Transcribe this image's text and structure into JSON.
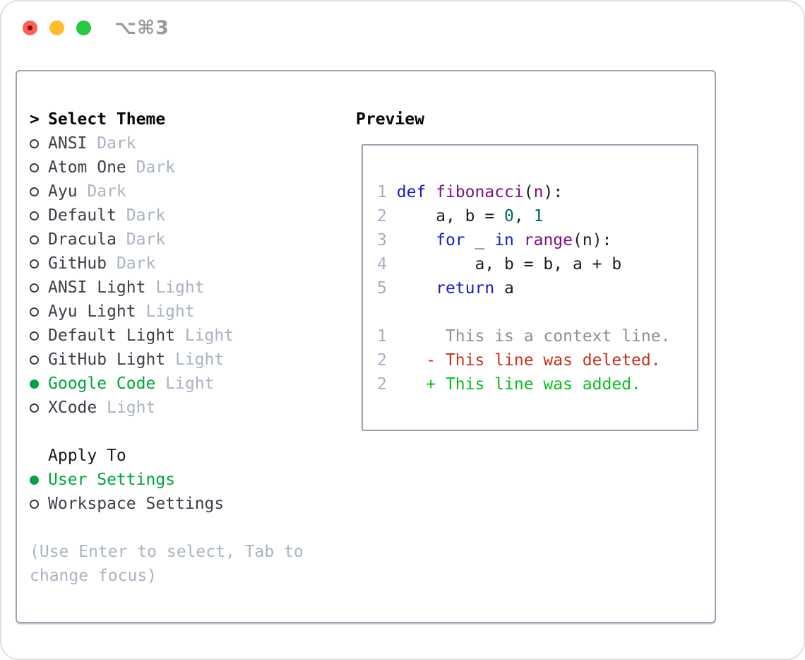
{
  "window": {
    "title": "⌥⌘3"
  },
  "colors": {
    "selection_green": "#00a53c",
    "added_green": "#0abe1e",
    "deleted_red": "#c5311d",
    "keyword_blue": "#1a1ac8",
    "function_purple": "#7e0d7e",
    "literal_teal": "#066666",
    "muted_gray": "#a9b3c2",
    "panel_border": "#9aa3b0",
    "traffic_red": "#ff5f57",
    "traffic_yellow": "#febc2e",
    "traffic_green": "#28c840"
  },
  "theme_list": {
    "prompt": ">",
    "header": "Select Theme",
    "items": [
      {
        "name": "ANSI",
        "variant": "Dark",
        "selected": false
      },
      {
        "name": "Atom One",
        "variant": "Dark",
        "selected": false
      },
      {
        "name": "Ayu",
        "variant": "Dark",
        "selected": false
      },
      {
        "name": "Default",
        "variant": "Dark",
        "selected": false
      },
      {
        "name": "Dracula",
        "variant": "Dark",
        "selected": false
      },
      {
        "name": "GitHub",
        "variant": "Dark",
        "selected": false
      },
      {
        "name": "ANSI Light",
        "variant": "Light",
        "selected": false
      },
      {
        "name": "Ayu Light",
        "variant": "Light",
        "selected": false
      },
      {
        "name": "Default Light",
        "variant": "Light",
        "selected": false
      },
      {
        "name": "GitHub Light",
        "variant": "Light",
        "selected": false
      },
      {
        "name": "Google Code",
        "variant": "Light",
        "selected": true
      },
      {
        "name": "XCode",
        "variant": "Light",
        "selected": false
      }
    ]
  },
  "apply_to": {
    "header": "Apply To",
    "options": [
      {
        "label": "User Settings",
        "selected": true
      },
      {
        "label": "Workspace Settings",
        "selected": false
      }
    ]
  },
  "footer": {
    "line1": "(Use Enter to select, Tab to",
    "line2": "change focus)"
  },
  "preview": {
    "header": "Preview",
    "lines": [
      {
        "segments": [
          {
            "t": "1",
            "c": "num"
          },
          {
            "t": " ",
            "c": "pl"
          },
          {
            "t": "def",
            "c": "kw"
          },
          {
            "t": " ",
            "c": "pl"
          },
          {
            "t": "fibonacci",
            "c": "fn"
          },
          {
            "t": "(",
            "c": "pl"
          },
          {
            "t": "n",
            "c": "fn"
          },
          {
            "t": "):",
            "c": "pl"
          }
        ]
      },
      {
        "segments": [
          {
            "t": "2",
            "c": "num"
          },
          {
            "t": "     a, b = ",
            "c": "pl"
          },
          {
            "t": "0",
            "c": "lit"
          },
          {
            "t": ", ",
            "c": "pl"
          },
          {
            "t": "1",
            "c": "lit"
          }
        ]
      },
      {
        "segments": [
          {
            "t": "3",
            "c": "num"
          },
          {
            "t": "     ",
            "c": "pl"
          },
          {
            "t": "for",
            "c": "kw"
          },
          {
            "t": " _ ",
            "c": "pl"
          },
          {
            "t": "in",
            "c": "kw"
          },
          {
            "t": " ",
            "c": "pl"
          },
          {
            "t": "range",
            "c": "fn"
          },
          {
            "t": "(n):",
            "c": "pl"
          }
        ]
      },
      {
        "segments": [
          {
            "t": "4",
            "c": "num"
          },
          {
            "t": "         a, b = b, a + b",
            "c": "pl"
          }
        ]
      },
      {
        "segments": [
          {
            "t": "5",
            "c": "num"
          },
          {
            "t": "     ",
            "c": "pl"
          },
          {
            "t": "return",
            "c": "kw"
          },
          {
            "t": " a",
            "c": "pl"
          }
        ]
      },
      {
        "segments": []
      },
      {
        "segments": [
          {
            "t": "1",
            "c": "num"
          },
          {
            "t": "      ",
            "c": "pl"
          },
          {
            "t": "This is a context line.",
            "c": "ctx"
          }
        ]
      },
      {
        "segments": [
          {
            "t": "2",
            "c": "num"
          },
          {
            "t": "    ",
            "c": "pl"
          },
          {
            "t": "- This line was deleted.",
            "c": "del"
          }
        ]
      },
      {
        "segments": [
          {
            "t": "2",
            "c": "num"
          },
          {
            "t": "    ",
            "c": "pl"
          },
          {
            "t": "+ This line was added.",
            "c": "add"
          }
        ]
      }
    ]
  }
}
